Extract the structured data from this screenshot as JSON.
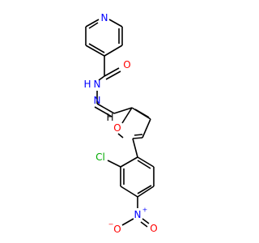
{
  "atoms": {
    "n_pyridine": {
      "label": "N",
      "color": "#0000ff"
    },
    "o_carbonyl": {
      "label": "O",
      "color": "#ff0000"
    },
    "nh": {
      "label": "N",
      "h": "H",
      "color": "#0000ff"
    },
    "n_imine": {
      "label": "N",
      "color": "#0000ff"
    },
    "h_methine": {
      "label": "H",
      "color": "#000000"
    },
    "o_furan": {
      "label": "O",
      "color": "#ff0000"
    },
    "cl": {
      "label": "Cl",
      "color": "#00aa00"
    },
    "n_nitro": {
      "label": "N",
      "charge": "+",
      "color": "#0000ff"
    },
    "o_nitro_1": {
      "label": "O",
      "color": "#ff0000"
    },
    "o_nitro_2": {
      "label": "O",
      "charge": "−",
      "color": "#ff0000"
    }
  },
  "colors": {
    "bond": "#000000",
    "nitrogen": "#0000ff",
    "oxygen": "#ff0000",
    "chlorine": "#00aa00"
  }
}
